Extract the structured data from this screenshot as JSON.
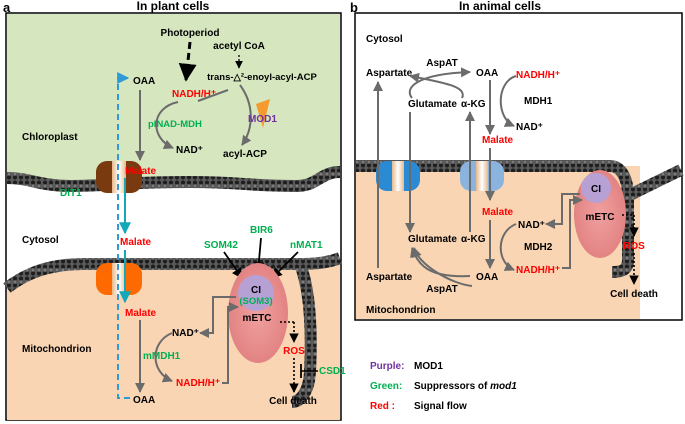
{
  "panel_a": {
    "letter": "a",
    "title": "In plant cells",
    "compartments": {
      "chloroplast": "Chloroplast",
      "cytosol": "Cytosol",
      "mitochondrion": "Mitochondrion"
    },
    "photoperiod": "Photoperiod",
    "acetyl_coa": "acetyl CoA",
    "enoyl_acp": "trans-△²-enoyl-acyl-ACP",
    "acyl_acp": "acyl-ACP",
    "mod1": "MOD1",
    "chloroplast_oaa": "OAA",
    "chloroplast_nadh": "NADH/H⁺",
    "chloroplast_enzyme": "pINAD-MDH",
    "chloroplast_nad": "NAD⁺",
    "chloroplast_malate": "Malate",
    "dit1": "DiT1",
    "cytosol_malate": "Malate",
    "som42": "SOM42",
    "bir6": "BIR6",
    "nmat1": "nMAT1",
    "ci": "CI",
    "som3": "(SOM3)",
    "metc": "mETC",
    "mito_malate": "Malate",
    "mito_nad": "NAD⁺",
    "mito_enzyme": "mMDH1",
    "mito_nadh": "NADH/H⁺",
    "mito_oaa": "OAA",
    "ros": "ROS",
    "csd1": "CSD1",
    "cell_death": "Cell death"
  },
  "panel_b": {
    "letter": "b",
    "title": "In animal cells",
    "cytosol": "Cytosol",
    "mitochondrion": "Mitochondrion",
    "aspartate_top": "Aspartate",
    "aspat_top": "AspAT",
    "oaa_top": "OAA",
    "nadh_top": "NADH/H⁺",
    "glutamate_top": "Glutamate",
    "akg_top": "α-KG",
    "mdh1": "MDH1",
    "nad_top": "NAD⁺",
    "malate_top": "Malate",
    "malate_mid": "Malate",
    "ci": "CI",
    "metc": "mETC",
    "nad_bottom": "NAD⁺",
    "glutamate_bottom": "Glutamate",
    "akg_bottom": "α-KG",
    "mdh2": "MDH2",
    "nadh_bottom": "NADH/H⁺",
    "ros": "ROS",
    "aspartate_bottom": "Aspartate",
    "aspat_bottom": "AspAT",
    "oaa_bottom": "OAA",
    "cell_death": "Cell death"
  },
  "legend": {
    "purple_key": "Purple:",
    "purple_value": "MOD1",
    "green_key": "Green:",
    "green_value_prefix": "Suppressors of ",
    "green_value_italic": "mod1",
    "red_key": "Red :",
    "red_value": "Signal flow"
  },
  "colors": {
    "chloroplast_fill": "#d6e6bf",
    "mito_fill": "#f9d5b3",
    "metc_fill": "#e98c8c",
    "ci_fill": "#b6a0d4",
    "red": "#ff0000",
    "green": "#00b050",
    "purple": "#7030a0",
    "gray_arrow": "#6b6b6b",
    "blue_dashed": "#2e9bd6",
    "transporter_brown": "#7a3a10",
    "transporter_orange": "#ff6a00",
    "transporter_blue": "#2a8ad4",
    "transporter_lightblue": "#8ab4de"
  }
}
